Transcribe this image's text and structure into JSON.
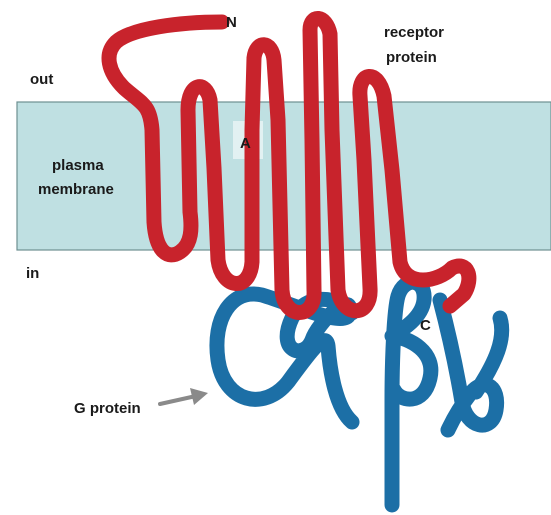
{
  "diagram": {
    "labels": {
      "out": "out",
      "in": "in",
      "membrane_line1": "plasma",
      "membrane_line2": "membrane",
      "receptor_line1": "receptor",
      "receptor_line2": "protein",
      "n_terminus": "N",
      "c_terminus": "C",
      "site": "A",
      "g_protein": "G protein"
    },
    "colors": {
      "membrane": "#bfe0e2",
      "receptor": "#c8232c",
      "g_protein": "#1c6fa6",
      "arrow": "#8a8a8a",
      "site_highlight": "#ffffff"
    }
  }
}
